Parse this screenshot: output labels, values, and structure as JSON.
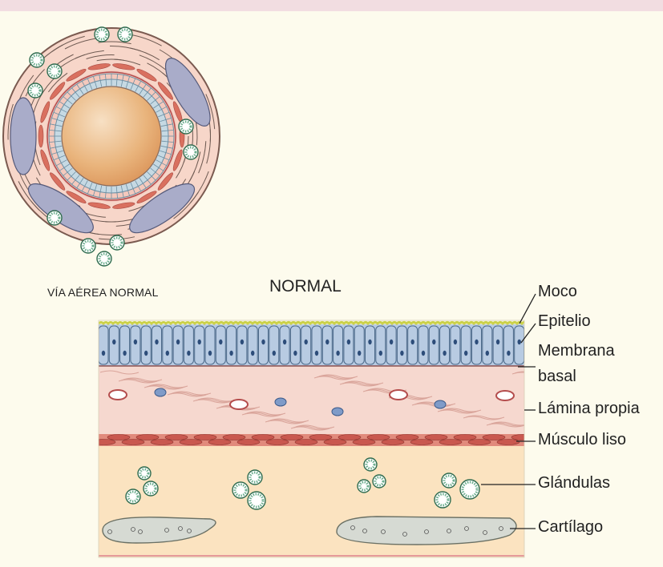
{
  "captions": {
    "airway": "VÍA AÉREA NORMAL",
    "normal": "NORMAL"
  },
  "labels": {
    "moco": "Moco",
    "epitelio": "Epitelio",
    "membrana_1": "Membrana",
    "membrana_2": "basal",
    "lamina": "Lámina propia",
    "musculo": "Músculo liso",
    "glandulas": "Glándulas",
    "cartilago": "Cartílago"
  },
  "colors": {
    "background": "#fdfbed",
    "top_band": "#f2dde1",
    "epithelium": "#b8cbe2",
    "mucus": "#d9dc5a",
    "lamina_propria": "#f6d8cf",
    "smooth_muscle": "#c9584f",
    "submucosa": "#fbe3c0",
    "gland": "#6cae8e",
    "cartilage": "#d6dad3",
    "lumen": "#e2a56b"
  }
}
